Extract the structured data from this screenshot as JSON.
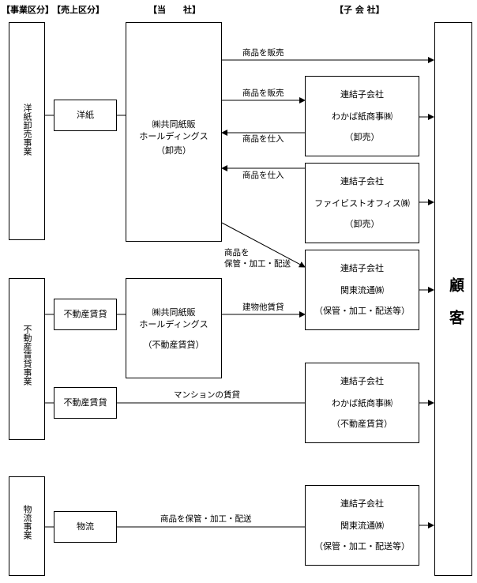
{
  "headers": {
    "business": "【事業区分】",
    "sales": "【売上区分】",
    "company": "【当　　社】",
    "subsidiary": "【子 会 社】"
  },
  "segments": {
    "paper": "洋紙卸売事業",
    "realestate": "不動産賃貸事業",
    "logistics": "物流事業"
  },
  "sales": {
    "paper": "洋紙",
    "realestate1": "不動産賃貸",
    "realestate2": "不動産賃貸",
    "logistics": "物流"
  },
  "company": {
    "wholesale": {
      "line1": "㈱共同紙販",
      "line2": "ホールディングス",
      "line3": "（卸売）"
    },
    "rental": {
      "line1": "㈱共同紙販",
      "line2": "ホールディングス",
      "line3": "（不動産賃貸）"
    }
  },
  "subsidiaries": {
    "s1": {
      "line1": "連結子会社",
      "line2": "わかば紙商事㈱",
      "line3": "（卸売）"
    },
    "s2": {
      "line1": "連結子会社",
      "line2": "ファイビストオフィス㈱",
      "line3": "（卸売）"
    },
    "s3": {
      "line1": "連結子会社",
      "line2": "関東流通㈱",
      "line3": "（保管・加工・配送等）"
    },
    "s4": {
      "line1": "連結子会社",
      "line2": "わかば紙商事㈱",
      "line3": "（不動産賃貸）"
    },
    "s5": {
      "line1": "連結子会社",
      "line2": "関東流通㈱",
      "line3": "（保管・加工・配送等）"
    }
  },
  "customer": "顧客",
  "flows": {
    "sell_direct": "商品を販売",
    "sell_s1": "商品を販売",
    "buy_s1": "商品を仕入",
    "buy_s2": "商品を仕入",
    "store_line1": "商品を",
    "store_line2": "保管・加工・配送",
    "building_rent": "建物他賃貸",
    "mansion_rent": "マンションの賃貸",
    "logistics_flow": "商品を保管・加工・配送"
  }
}
